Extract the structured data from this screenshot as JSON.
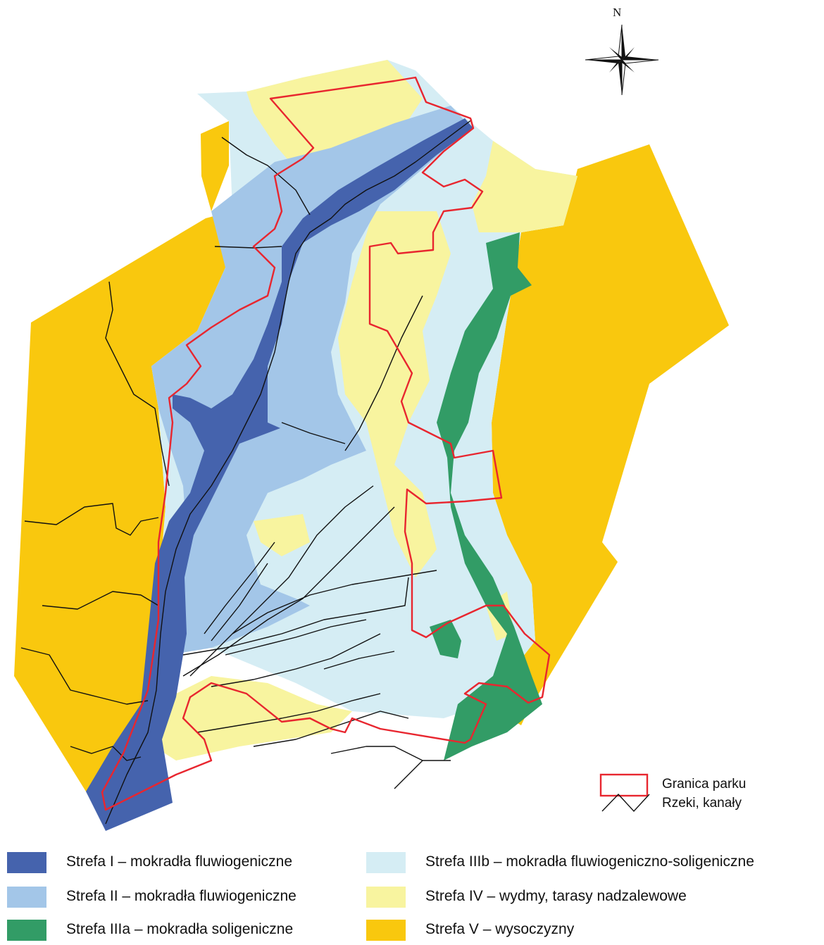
{
  "compass": {
    "north_label": "N"
  },
  "legend": [
    {
      "id": "park",
      "label": "Granica parku",
      "symbol": "box",
      "color": "#e8262f"
    },
    {
      "id": "rivers",
      "label": "Rzeki, kanały",
      "symbol": "line",
      "color": "#111111"
    }
  ],
  "zones": [
    {
      "id": "z1",
      "label": "Strefa I – mokradła fluwiogeniczne",
      "color": "#4563ad"
    },
    {
      "id": "z2",
      "label": "Strefa II – mokradła fluwiogeniczne",
      "color": "#a3c6e8"
    },
    {
      "id": "z3a",
      "label": "Strefa IIIa – mokradła soligeniczne",
      "color": "#329c66"
    },
    {
      "id": "z3b",
      "label": "Strefa IIIb – mokradła fluwiogeniczno-soligeniczne",
      "color": "#d5edf4"
    },
    {
      "id": "z4",
      "label": "Strefa IV – wydmy, tarasy nadzalewowe",
      "color": "#f8f49f"
    },
    {
      "id": "z5",
      "label": "Strefa V – wysoczyzny",
      "color": "#f9c80e"
    }
  ]
}
